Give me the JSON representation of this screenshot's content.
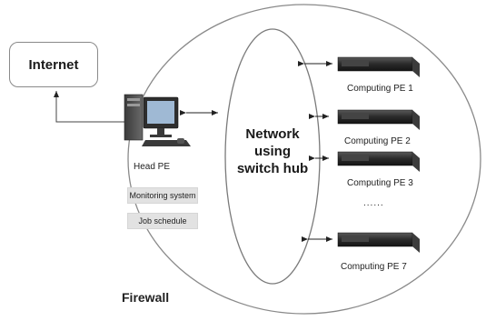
{
  "internet": {
    "label": "Internet"
  },
  "firewall": {
    "label": "Firewall"
  },
  "network": {
    "label_lines": [
      "Network",
      "using",
      "switch hub"
    ]
  },
  "head_pe": {
    "label": "Head PE",
    "tags": [
      "Monitoring system",
      "Job schedule"
    ]
  },
  "computing_pes": [
    {
      "label": "Computing PE 1"
    },
    {
      "label": "Computing PE 2"
    },
    {
      "label": "Computing PE 3"
    },
    {
      "label": "Computing PE 7"
    }
  ],
  "ellipsis": "......",
  "colors": {
    "outline": "#8a8a8a",
    "server_dark": "#2b2b2b",
    "tag_fill": "#e2e2e2"
  }
}
